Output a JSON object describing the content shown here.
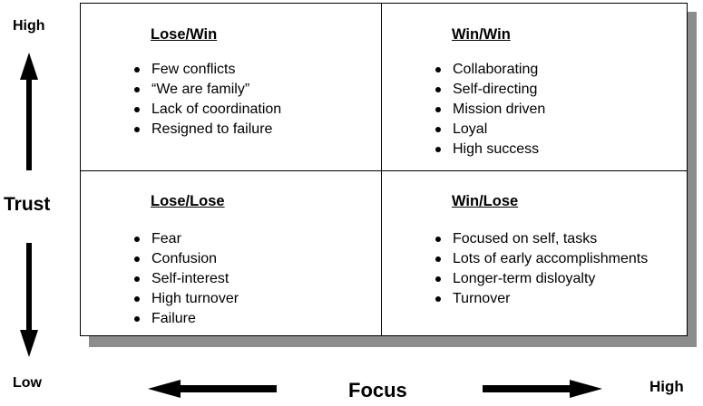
{
  "axes": {
    "y_title": "Trust",
    "y_high": "High",
    "y_low": "Low",
    "x_title": "Focus",
    "x_high": "High"
  },
  "colors": {
    "shadow": "#8c8c8c",
    "ink": "#000000"
  },
  "quadrants": {
    "top_left": {
      "title": "Lose/Win",
      "items": [
        "Few conflicts",
        "“We are family”",
        "Lack of coordination",
        "Resigned to failure"
      ]
    },
    "top_right": {
      "title": "Win/Win",
      "items": [
        "Collaborating",
        "Self-directing",
        "Mission driven",
        "Loyal",
        "High success"
      ]
    },
    "bottom_left": {
      "title": "Lose/Lose",
      "items": [
        "Fear",
        "Confusion",
        "Self-interest",
        "High turnover",
        "Failure"
      ]
    },
    "bottom_right": {
      "title": "Win/Lose",
      "items": [
        "Focused on self, tasks",
        "Lots of early accomplishments",
        "Longer-term disloyalty",
        "Turnover"
      ]
    }
  }
}
